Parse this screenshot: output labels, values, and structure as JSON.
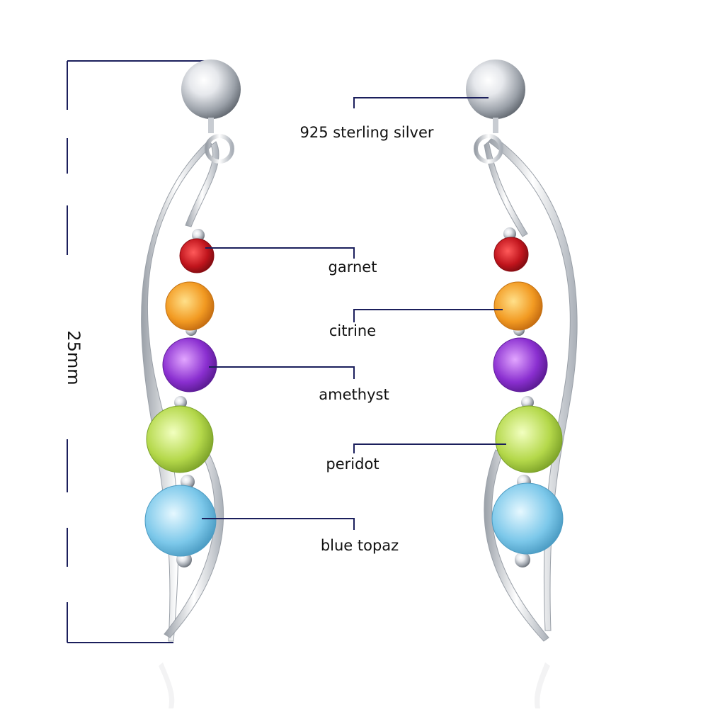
{
  "dimension": {
    "label": "25mm"
  },
  "labels": {
    "silver": "925 sterling silver",
    "garnet": "garnet",
    "citrine": "citrine",
    "amethyst": "amethyst",
    "peridot": "peridot",
    "blue_topaz": "blue topaz"
  },
  "colors": {
    "line": "#1b1f5c",
    "garnet": "#c0141c",
    "citrine": "#f29a22",
    "amethyst": "#8a2fd0",
    "peridot": "#b4d84a",
    "blue_topaz": "#7cc8ea",
    "silver": "#d8dbe0"
  }
}
